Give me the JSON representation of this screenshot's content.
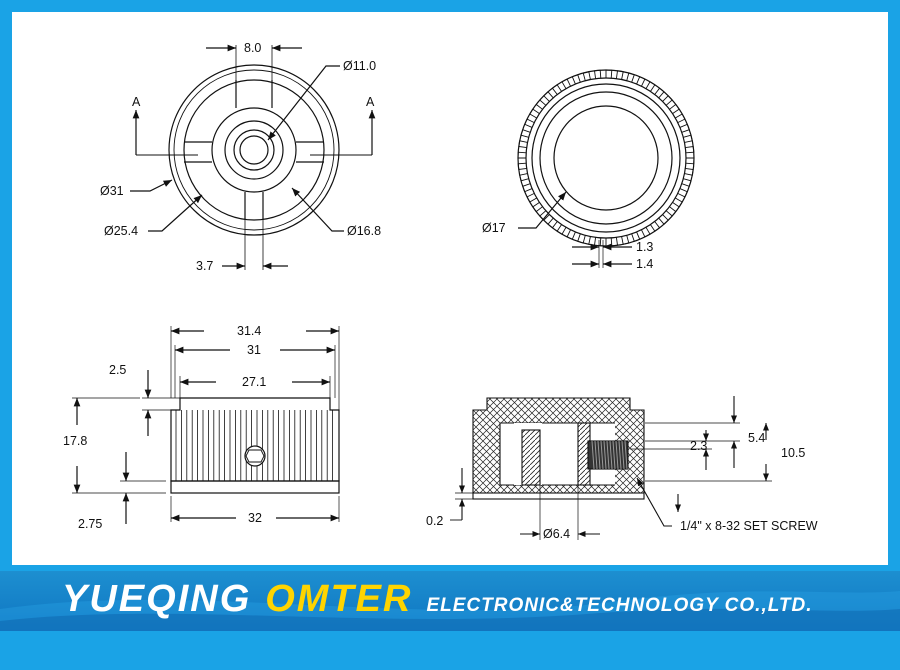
{
  "drawing": {
    "section_mark": "A",
    "top_view": {
      "dim_slot": "8.0",
      "dim_bore": "Ø11.0",
      "dim_outer": "Ø31",
      "dim_inner": "Ø25.4",
      "dim_hub": "Ø16.8",
      "dim_web": "3.7"
    },
    "bottom_view": {
      "dim_bore": "Ø17",
      "dim_tooth_a": "1.3",
      "dim_tooth_b": "1.4"
    },
    "side_view": {
      "dim_top_outer": "31.4",
      "dim_top": "31",
      "dim_step": "2.5",
      "dim_top_inner": "27.1",
      "dim_height": "17.8",
      "dim_base": "2.75",
      "dim_width": "32"
    },
    "section_view": {
      "dim_a": "5.4",
      "dim_b": "2.3",
      "dim_c": "10.5",
      "dim_d": "0.2",
      "dim_e": "Ø6.4",
      "callout": "1/4\" x 8-32 SET SCREW"
    }
  },
  "banner": {
    "name_a": "YUEQING",
    "name_b": "OMTER",
    "name_c": "ELECTRONIC&TECHNOLOGY CO.,LTD."
  },
  "colors": {
    "frame": "#1aa3e6",
    "banner": "#0f76c2",
    "highlight": "#ffd400"
  }
}
